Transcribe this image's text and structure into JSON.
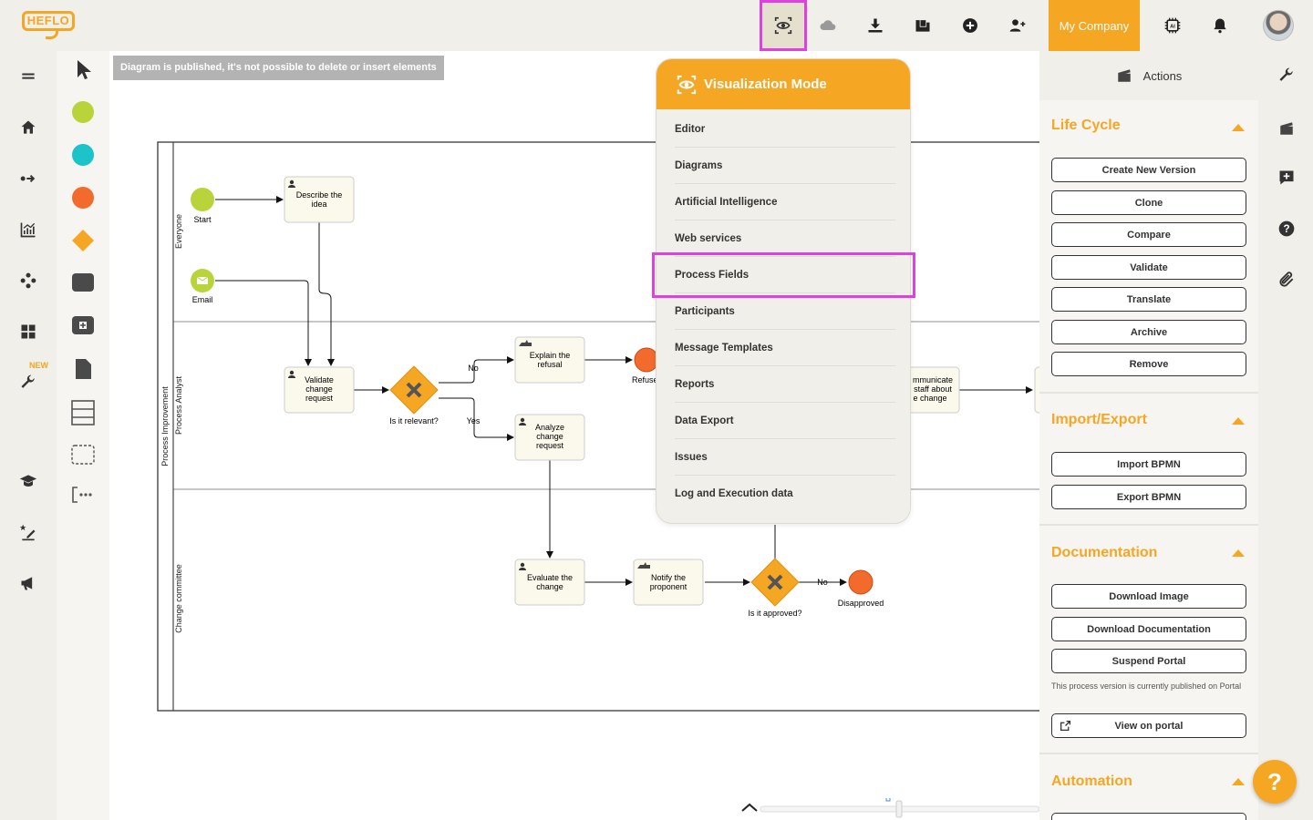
{
  "app": {
    "logo_text": "HEFLO"
  },
  "topbar": {
    "icons": [
      "eye-icon",
      "cloud-icon",
      "download-icon",
      "folder-icon",
      "plus-circle-icon",
      "add-user-icon",
      "ai-chip-icon",
      "bell-icon"
    ],
    "company": "My Company"
  },
  "leftnav": {
    "new_badge": "NEW"
  },
  "canvas": {
    "banner": "Diagram is published, it's not possible to delete or insert elements"
  },
  "pool": {
    "name": "Process Improvement",
    "lanes": [
      "Everyone",
      "Process Analyst",
      "Change committee"
    ]
  },
  "diagram": {
    "start": "Start",
    "email": "Email",
    "describe": [
      "Describe the",
      "idea"
    ],
    "validate": [
      "Validate",
      "change",
      "request"
    ],
    "relevant": "Is it relevant?",
    "no": "No",
    "yes": "Yes",
    "explain": [
      "Explain the",
      "refusal"
    ],
    "refused": "Refused",
    "analyze": [
      "Analyze",
      "change",
      "request"
    ],
    "communicate": [
      "mmunicate",
      "staff about",
      "e change"
    ],
    "evaluate": [
      "Evaluate the",
      "change"
    ],
    "notify": [
      "Notify the",
      "proponent"
    ],
    "approved": "Is it approved?",
    "no2": "No",
    "disapproved": "Disapproved"
  },
  "dropdown": {
    "title": "Visualization Mode",
    "items": [
      "Editor",
      "Diagrams",
      "Artificial Intelligence",
      "Web services",
      "Process Fields",
      "Participants",
      "Message Templates",
      "Reports",
      "Data Export",
      "Issues",
      "Log and Execution data"
    ],
    "highlighted": "Process Fields"
  },
  "rpanel": {
    "actions": "Actions",
    "lifecycle": {
      "title": "Life Cycle",
      "buttons": [
        "Create New Version",
        "Clone",
        "Compare",
        "Validate",
        "Translate",
        "Archive",
        "Remove"
      ]
    },
    "importexport": {
      "title": "Import/Export",
      "buttons": [
        "Import BPMN",
        "Export BPMN"
      ]
    },
    "documentation": {
      "title": "Documentation",
      "buttons": [
        "Download Image",
        "Download Documentation",
        "Suspend Portal"
      ],
      "note": "This process version is currently published on Portal",
      "view_portal": "View on portal"
    },
    "automation": {
      "title": "Automation"
    }
  },
  "help": "?",
  "colors": {
    "accent": "#f5a623",
    "highlight": "#e040e0",
    "green": "#b8d43a",
    "cyan": "#1cc3c8",
    "orange": "#f26b2c"
  }
}
